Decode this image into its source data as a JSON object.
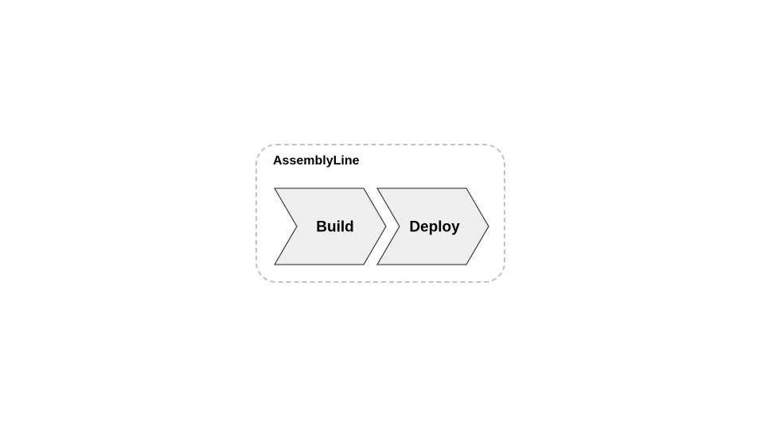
{
  "diagram": {
    "container": {
      "label": "AssemblyLine"
    },
    "steps": [
      {
        "label": "Build"
      },
      {
        "label": "Deploy"
      }
    ],
    "colors": {
      "background": "#ffffff",
      "container_border": "#c2c2c2",
      "shape_fill": "#efefef",
      "shape_stroke": "#4a4a4a",
      "label_text": "#000000"
    }
  }
}
